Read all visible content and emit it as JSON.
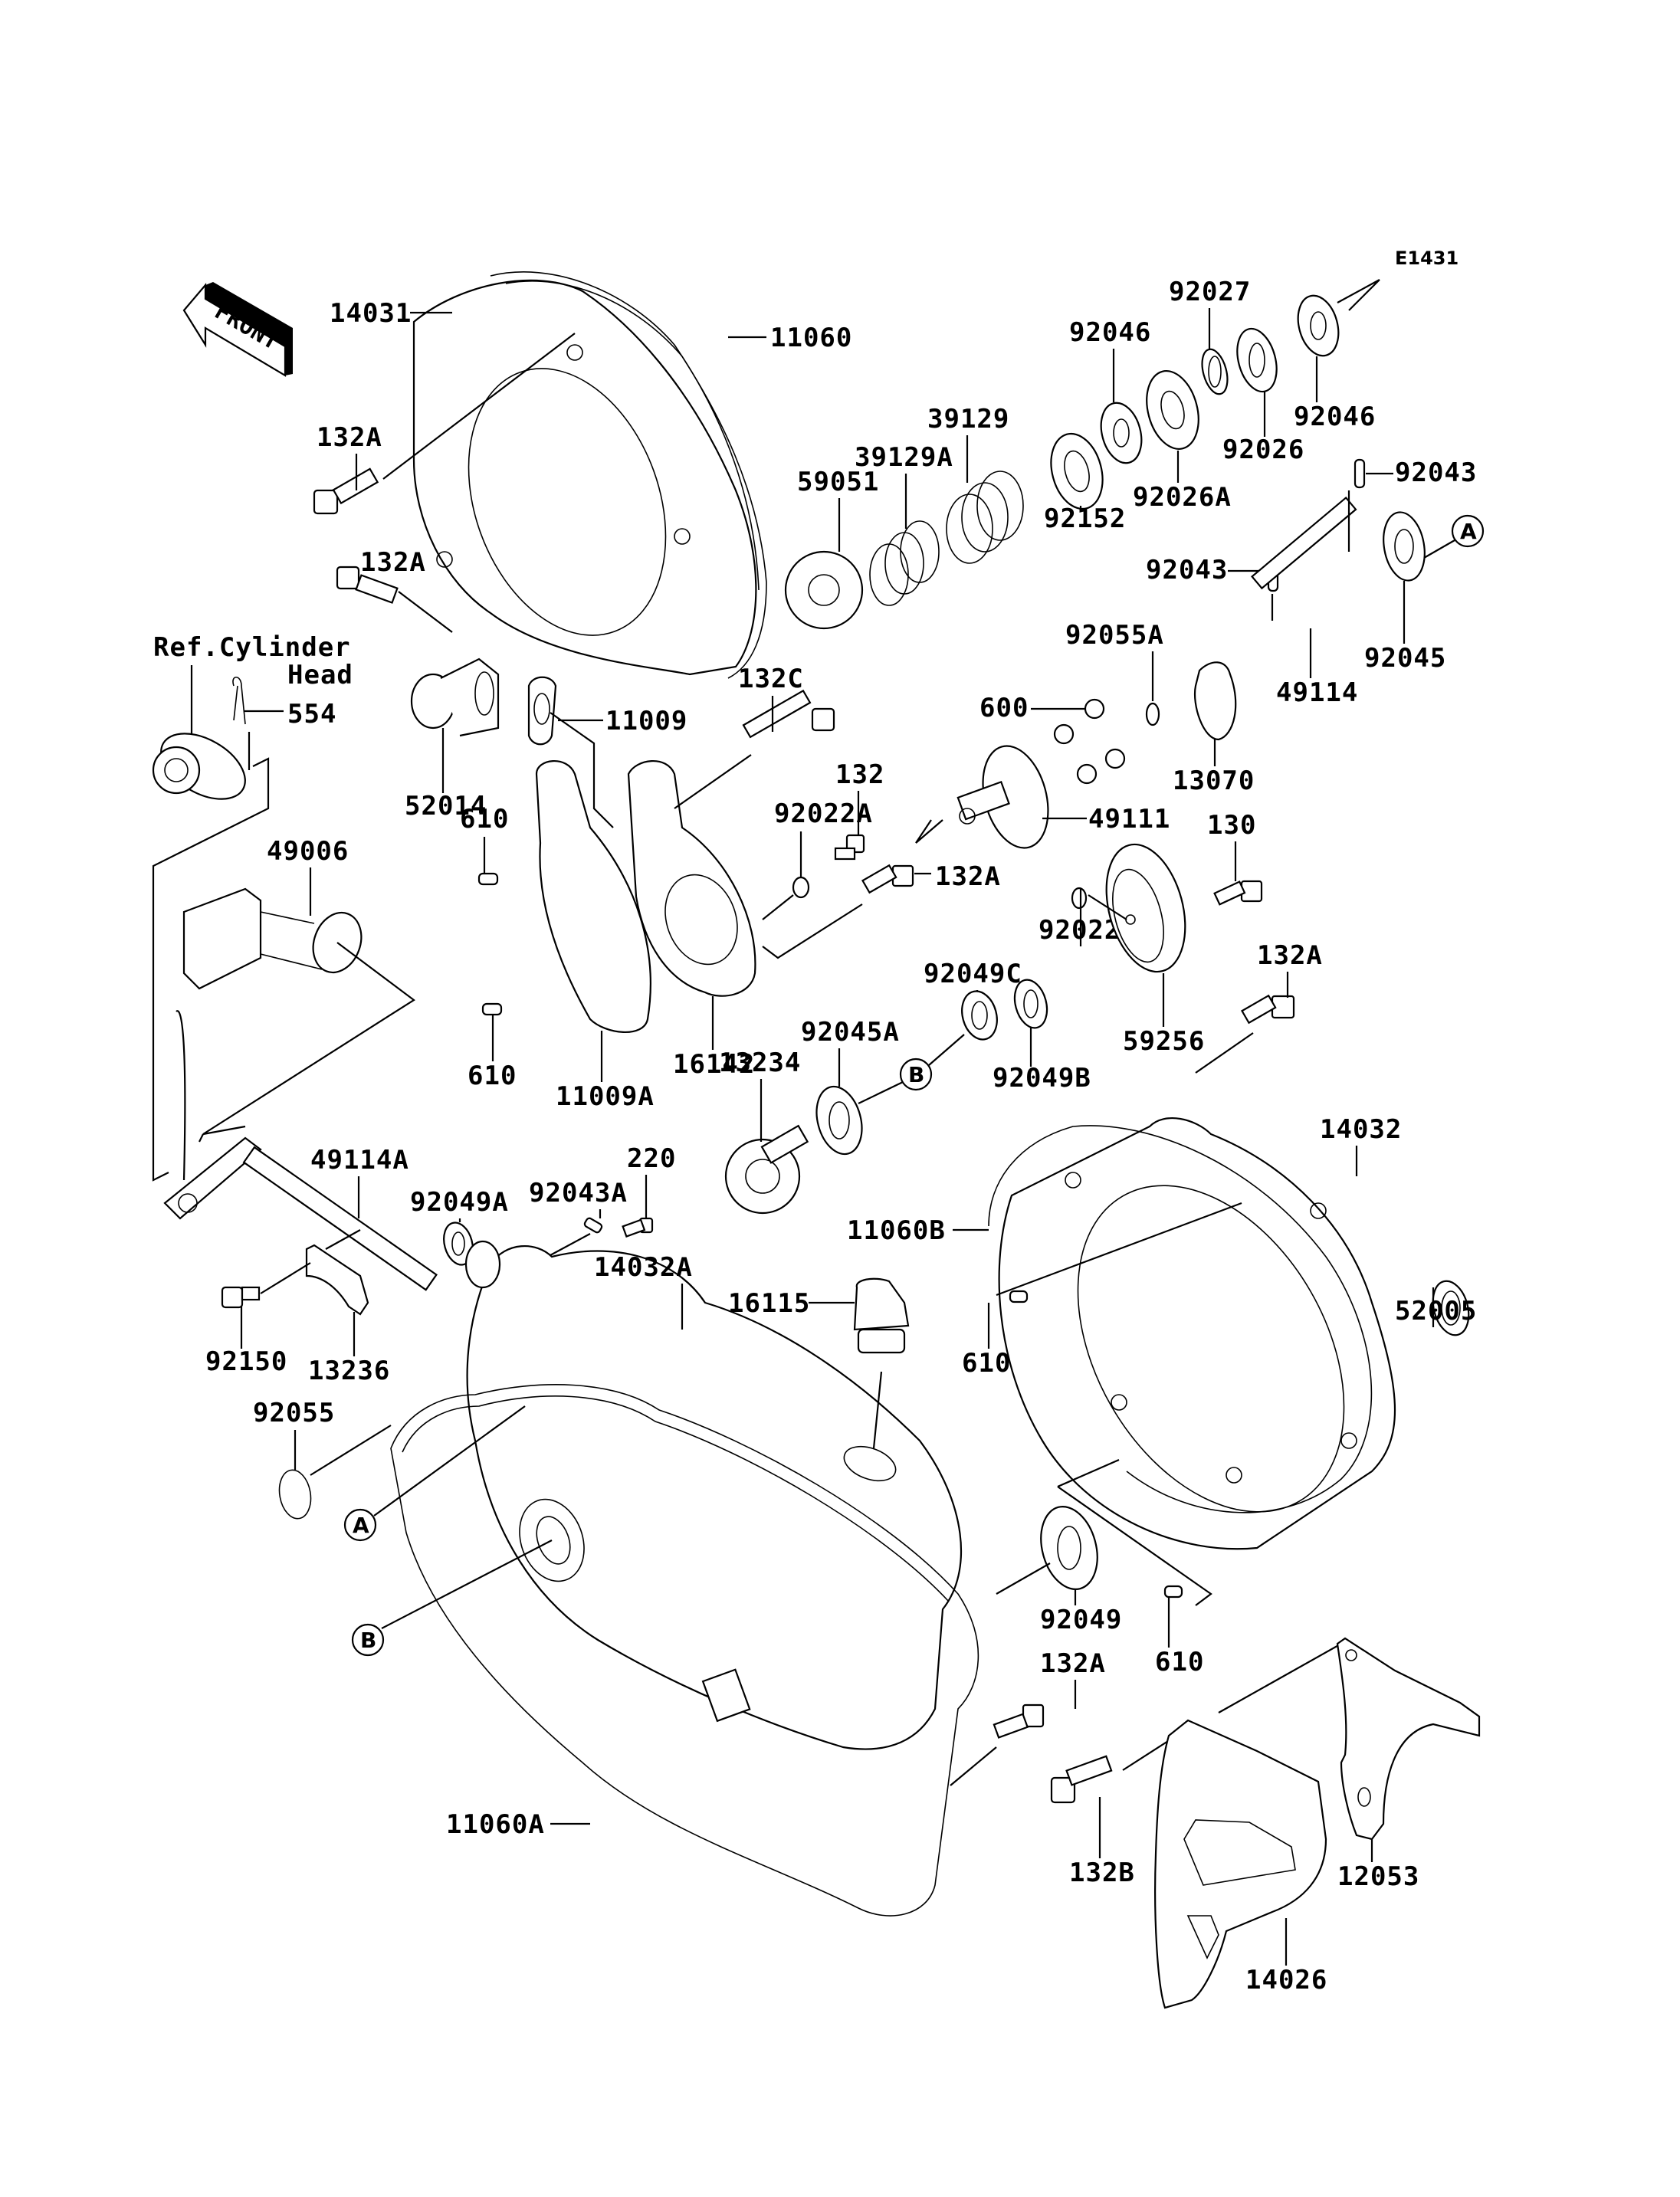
{
  "diagram": {
    "type": "exploded-parts-diagram",
    "figure_code": "E1431",
    "front_indicator": "FRONT",
    "reference_note": {
      "line1": "Ref.Cylinder",
      "line2": "Head"
    },
    "callouts": [
      {
        "letter": "A"
      },
      {
        "letter": "B"
      }
    ],
    "labels": {
      "p14031": "14031",
      "p11060": "11060",
      "p132A_top": "132A",
      "p132A_2": "132A",
      "p554": "554",
      "p52014": "52014",
      "p11009": "11009",
      "p132C": "132C",
      "p49006": "49006",
      "p610_a": "610",
      "p610_b": "610",
      "p11009A": "11009A",
      "p16142": "16142",
      "p92022A": "92022A",
      "p132": "132",
      "p132A_3": "132A",
      "p59051": "59051",
      "p39129A": "39129A",
      "p39129": "39129",
      "p92152": "92152",
      "p92046_a": "92046",
      "p92027": "92027",
      "p92026A": "92026A",
      "p92026": "92026",
      "p92046_b": "92046",
      "pE1431": "E1431",
      "p92043_a": "92043",
      "p92043_b": "92043",
      "p49114": "49114",
      "p92045": "92045",
      "p92055A": "92055A",
      "p600": "600",
      "p13070": "13070",
      "p49111": "49111",
      "p130": "130",
      "p92022": "92022",
      "p59256": "59256",
      "p132A_4": "132A",
      "p92049C": "92049C",
      "p92049B": "92049B",
      "p92045A": "92045A",
      "p13234": "13234",
      "p14032": "14032",
      "p11060B": "11060B",
      "p52005": "52005",
      "p49114A": "49114A",
      "p92049A": "92049A",
      "p92043A": "92043A",
      "p220": "220",
      "p14032A": "14032A",
      "p16115": "16115",
      "p92150": "92150",
      "p13236": "13236",
      "p92055": "92055",
      "p610_c": "610",
      "p610_d": "610",
      "p92049": "92049",
      "p132A_5": "132A",
      "p11060A": "11060A",
      "p132B": "132B",
      "p12053": "12053",
      "p14026": "14026"
    }
  }
}
